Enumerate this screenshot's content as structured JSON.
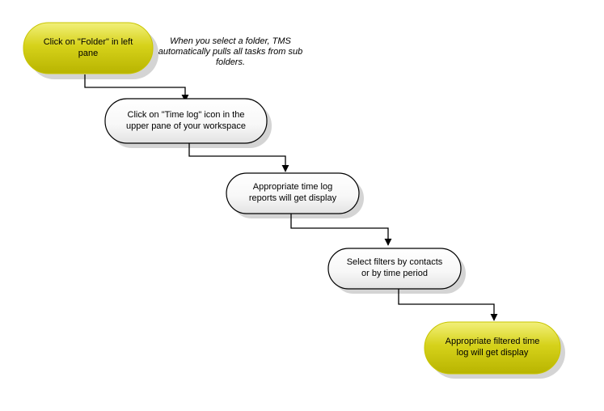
{
  "nodes": [
    {
      "id": "n1",
      "label": "Click on \"Folder\" in left pane",
      "style": "highlight"
    },
    {
      "id": "n2",
      "label": "Click on \"Time log\" icon in the upper pane of your workspace",
      "style": "plain"
    },
    {
      "id": "n3",
      "label": "Appropriate time log reports will get display",
      "style": "plain"
    },
    {
      "id": "n4",
      "label": "Select filters by contacts or by time period",
      "style": "plain"
    },
    {
      "id": "n5",
      "label": "Appropriate filtered time log will get display",
      "style": "highlight"
    }
  ],
  "note": "When you select a folder, TMS automatically pulls all tasks from sub folders.",
  "colors": {
    "highlight_fill": "#c8c400",
    "highlight_light": "#f2f07a",
    "plain_fill": "#ffffff",
    "plain_shade": "#e6e6e6",
    "stroke": "#000000",
    "shadow": "#b0b0b0"
  }
}
